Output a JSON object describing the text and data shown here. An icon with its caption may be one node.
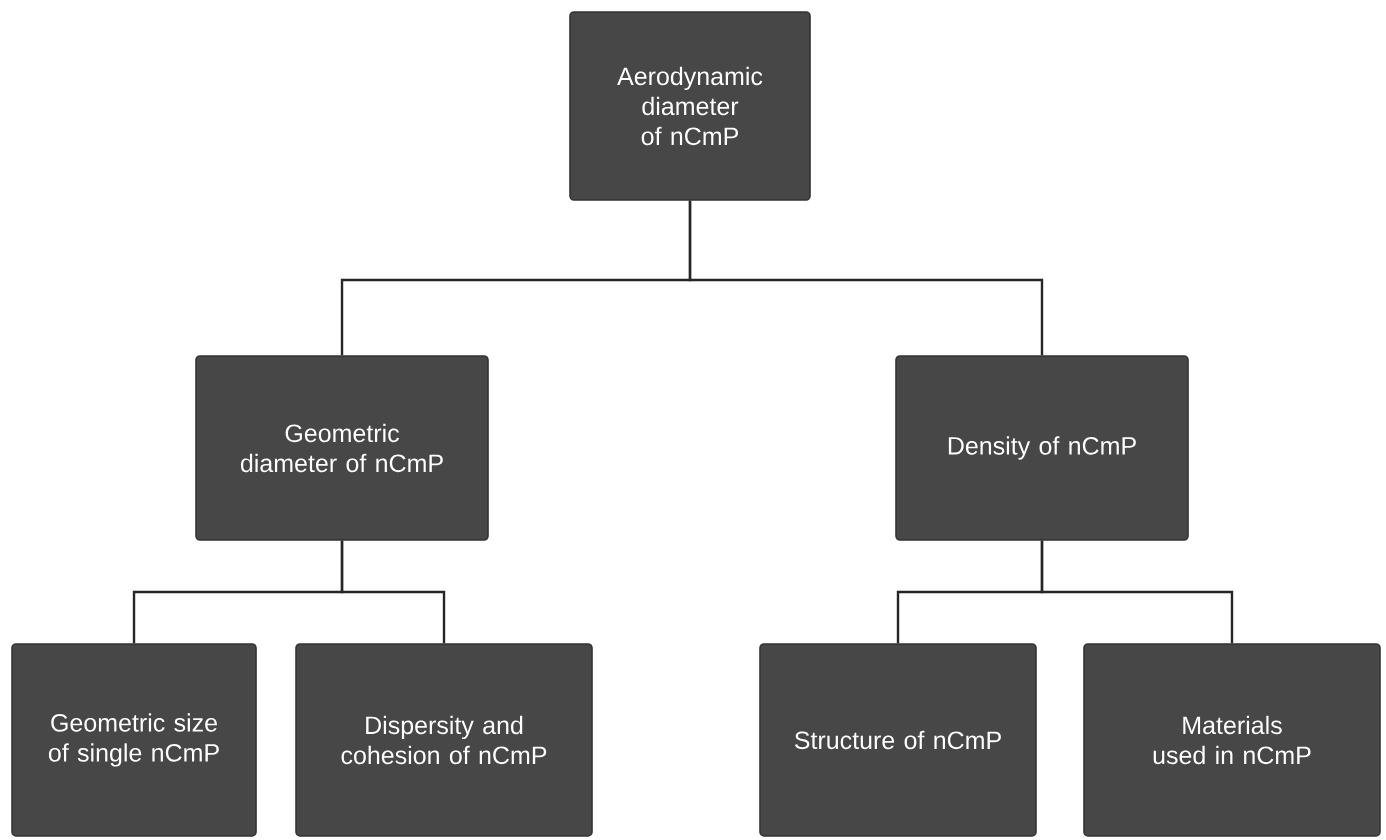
{
  "diagram": {
    "nodes": [
      {
        "text": [
          "Aerodynamic diameter of nCmP"
        ]
      },
      {
        "text": [
          "Geometric diameter of nCmP"
        ]
      },
      {
        "text": [
          "Density of nCmP"
        ]
      },
      {
        "text": [
          "Geometric size of single nCmP"
        ]
      },
      {
        "text": [
          "Dispersity and cohesion of nCmP"
        ]
      },
      {
        "text": [
          "Structure of nCmP"
        ]
      },
      {
        "text": [
          "Materials used in nCmP"
        ]
      }
    ],
    "edges": [
      {
        "from": 0,
        "to": 1,
        "arrow": "none"
      },
      {
        "from": 0,
        "to": 2,
        "arrow": "none"
      },
      {
        "from": 1,
        "to": 3,
        "arrow": "none"
      },
      {
        "from": 1,
        "to": 4,
        "arrow": "none"
      },
      {
        "from": 2,
        "to": 5,
        "arrow": "none"
      },
      {
        "from": 2,
        "to": 6,
        "arrow": "none"
      }
    ]
  }
}
